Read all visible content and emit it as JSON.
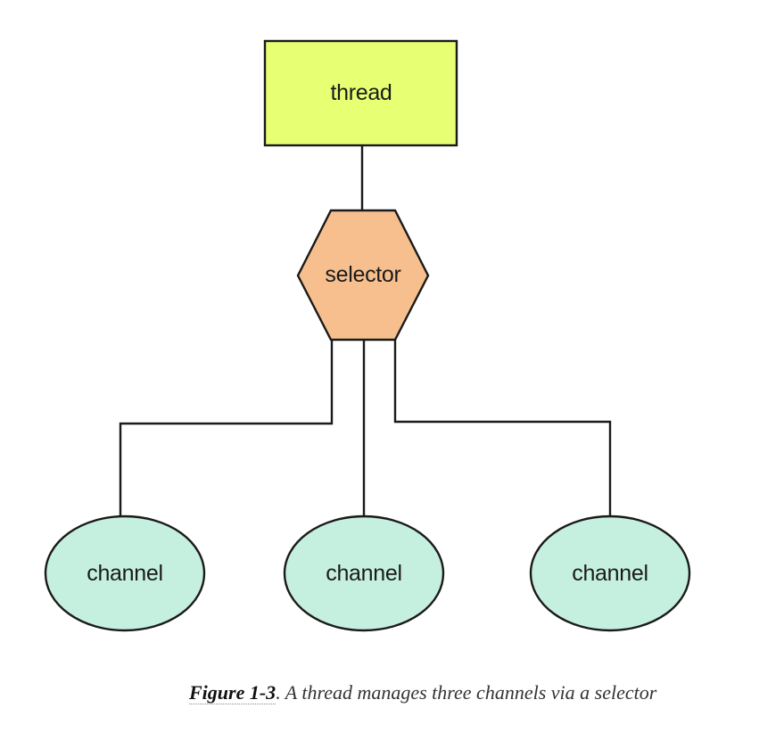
{
  "diagram": {
    "thread": {
      "label": "thread",
      "color": "#e6ff73"
    },
    "selector": {
      "label": "selector",
      "color": "#f7bf8e"
    },
    "channels": [
      {
        "label": "channel",
        "color": "#c5f0df"
      },
      {
        "label": "channel",
        "color": "#c5f0df"
      },
      {
        "label": "channel",
        "color": "#c5f0df"
      }
    ],
    "edges": [
      {
        "from": "thread",
        "to": "selector"
      },
      {
        "from": "selector",
        "to": "channel-1"
      },
      {
        "from": "selector",
        "to": "channel-2"
      },
      {
        "from": "selector",
        "to": "channel-3"
      }
    ]
  },
  "caption": {
    "figure_label": "Figure 1-3",
    "separator": ".",
    "text": " A thread manages three channels via a selector"
  }
}
